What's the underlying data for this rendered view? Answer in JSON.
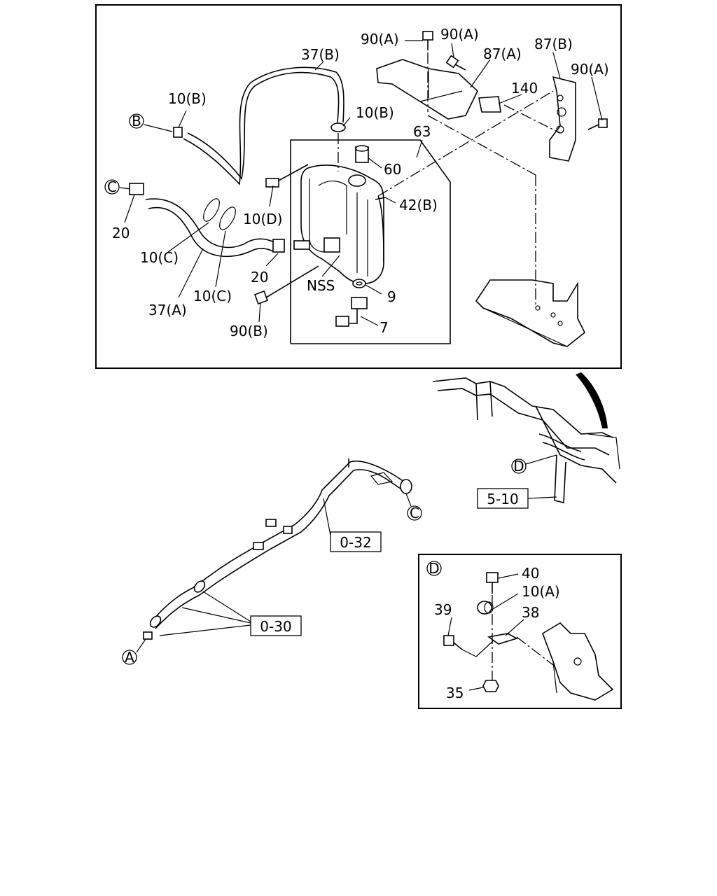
{
  "diagram": {
    "main_labels": {
      "l90a_1": "90(A)",
      "l90a_2": "90(A)",
      "l87b": "87(B)",
      "l87a": "87(A)",
      "l37b": "37(B)",
      "l90a_3": "90(A)",
      "l140": "140",
      "l10b_1": "10(B)",
      "l10b_2": "10(B)",
      "l63": "63",
      "l60": "60",
      "l42b": "42(B)",
      "l10d": "10(D)",
      "l20_1": "20",
      "l10c_1": "10(C)",
      "l20_2": "20",
      "l37a": "37(A)",
      "l10c_2": "10(C)",
      "lnss": "NSS",
      "l9": "9",
      "l90b": "90(B)",
      "l7": "7"
    },
    "circle_refs": {
      "b": "B",
      "c": "C",
      "c2": "C",
      "a": "A",
      "d": "D",
      "d_box": "D"
    },
    "ref_boxes": {
      "r510": "5-10",
      "r032": "0-32",
      "r030": "0-30"
    },
    "detail_labels": {
      "l40": "40",
      "l10a": "10(A)",
      "l39": "39",
      "l38": "38",
      "l35": "35"
    }
  }
}
